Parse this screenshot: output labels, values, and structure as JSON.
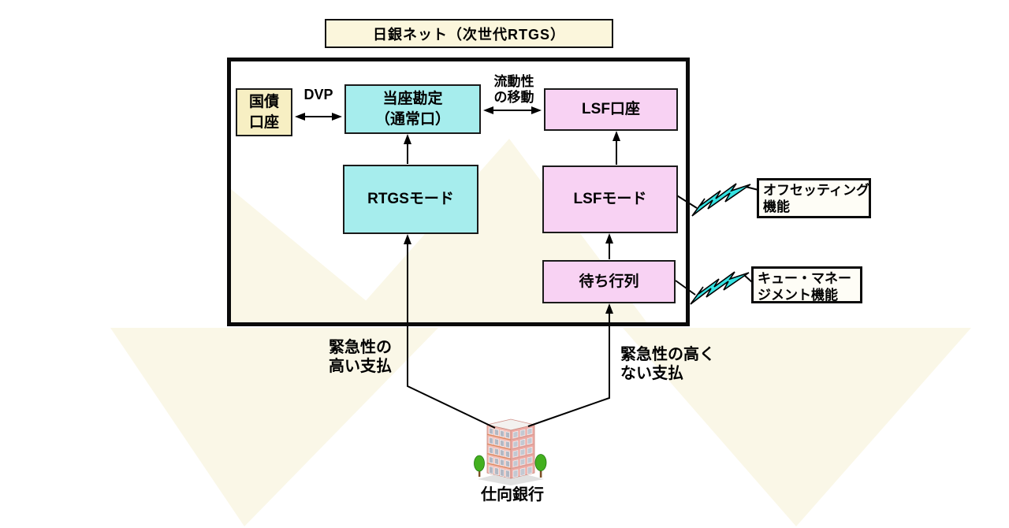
{
  "title": "日銀ネット（次世代RTGS）",
  "colors": {
    "cyan_box": "#a6eded",
    "pink_box": "#f8d2f3",
    "yellow_box": "#f7efc3",
    "title_bg": "#fbf6dc",
    "lightning": "#35e2e2",
    "beam_tint": "#faf7e7",
    "line": "#000000"
  },
  "boxes": {
    "bond_account": {
      "line1": "国債",
      "line2": "口座"
    },
    "current_account": {
      "line1": "当座勘定",
      "line2": "（通常口）"
    },
    "lsf_account": {
      "label": "LSF口座"
    },
    "rtgs_mode": {
      "label": "RTGSモード"
    },
    "lsf_mode": {
      "label": "LSFモード"
    },
    "queue": {
      "label": "待ち行列"
    }
  },
  "flow_labels": {
    "dvp": "DVP",
    "liquidity_transfer": {
      "line1": "流動性",
      "line2": "の移動"
    },
    "urgent_payment": {
      "line1": "緊急性の",
      "line2": "高い支払"
    },
    "non_urgent_payment": {
      "line1": "緊急性の高く",
      "line2": "ない支払"
    }
  },
  "callouts": {
    "offsetting": {
      "line1": "オフセッティング",
      "line2": "機能"
    },
    "queue_management": {
      "line1": "キュー・マネー",
      "line2": "ジメント機能"
    }
  },
  "bank_label": "仕向銀行"
}
